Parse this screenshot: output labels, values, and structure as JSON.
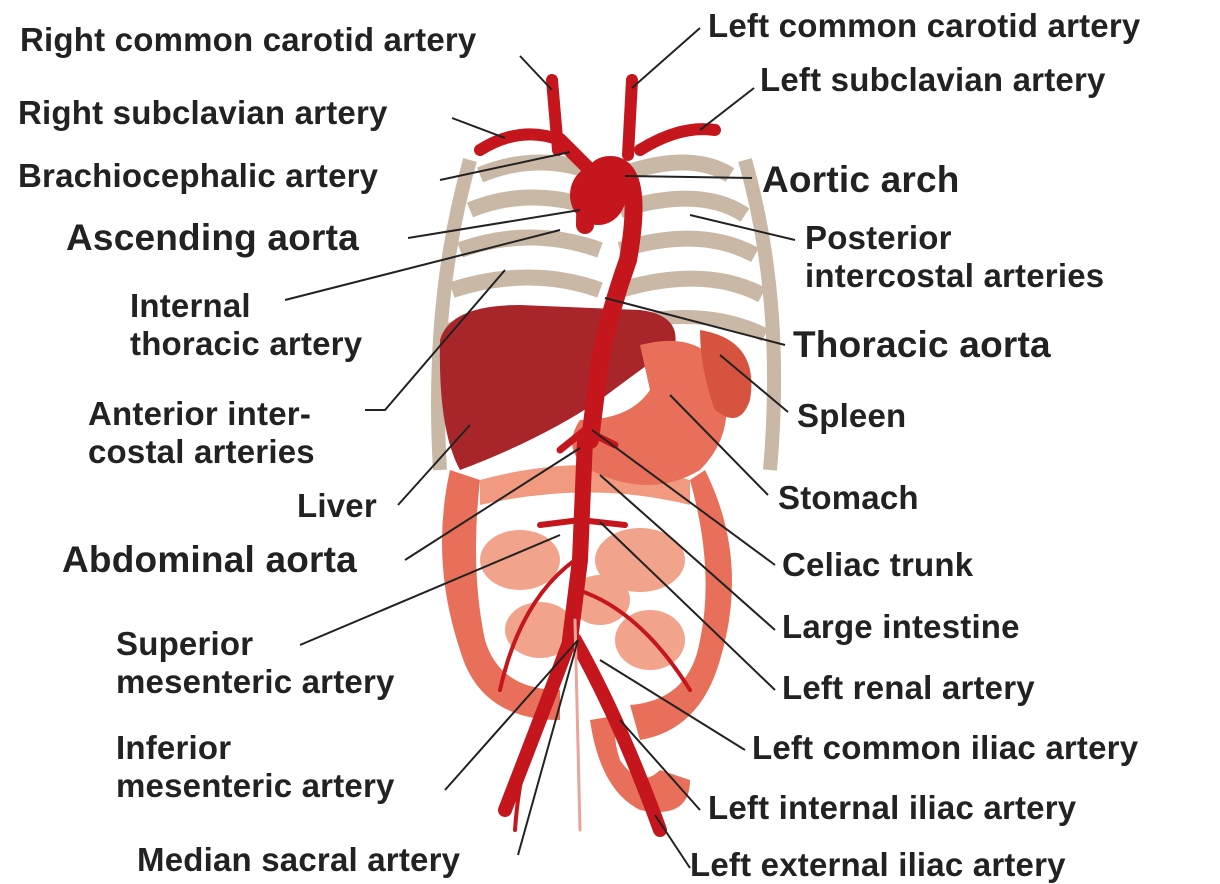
{
  "figure": {
    "labels": {
      "right_common_carotid": "Right common carotid artery",
      "left_common_carotid": "Left common carotid artery",
      "left_subclavian": "Left subclavian artery",
      "right_subclavian": "Right subclavian artery",
      "brachiocephalic": "Brachiocephalic artery",
      "aortic_arch": "Aortic arch",
      "ascending_aorta": "Ascending aorta",
      "posterior_intercostal_1": "Posterior",
      "posterior_intercostal_2": "intercostal arteries",
      "internal_thoracic_1": "Internal",
      "internal_thoracic_2": "thoracic artery",
      "thoracic_aorta": "Thoracic aorta",
      "anterior_intercostal_1": "Anterior inter-",
      "anterior_intercostal_2": "costal arteries",
      "spleen": "Spleen",
      "liver": "Liver",
      "stomach": "Stomach",
      "abdominal_aorta": "Abdominal aorta",
      "celiac_trunk": "Celiac trunk",
      "superior_mesenteric_1": "Superior",
      "superior_mesenteric_2": "mesenteric artery",
      "large_intestine": "Large intestine",
      "left_renal": "Left renal artery",
      "inferior_mesenteric_1": "Inferior",
      "inferior_mesenteric_2": "mesenteric artery",
      "left_common_iliac": "Left common iliac artery",
      "left_internal_iliac": "Left internal iliac artery",
      "median_sacral": "Median sacral artery",
      "left_external_iliac": "Left external iliac artery"
    },
    "colors": {
      "artery": "#c4161c",
      "organ": "#e8705a",
      "organ_light": "#f19a7f",
      "liver": "#a8252a",
      "rib": "#c9b8a6",
      "rib_edge": "#8a7765",
      "leader": "#222222"
    }
  }
}
